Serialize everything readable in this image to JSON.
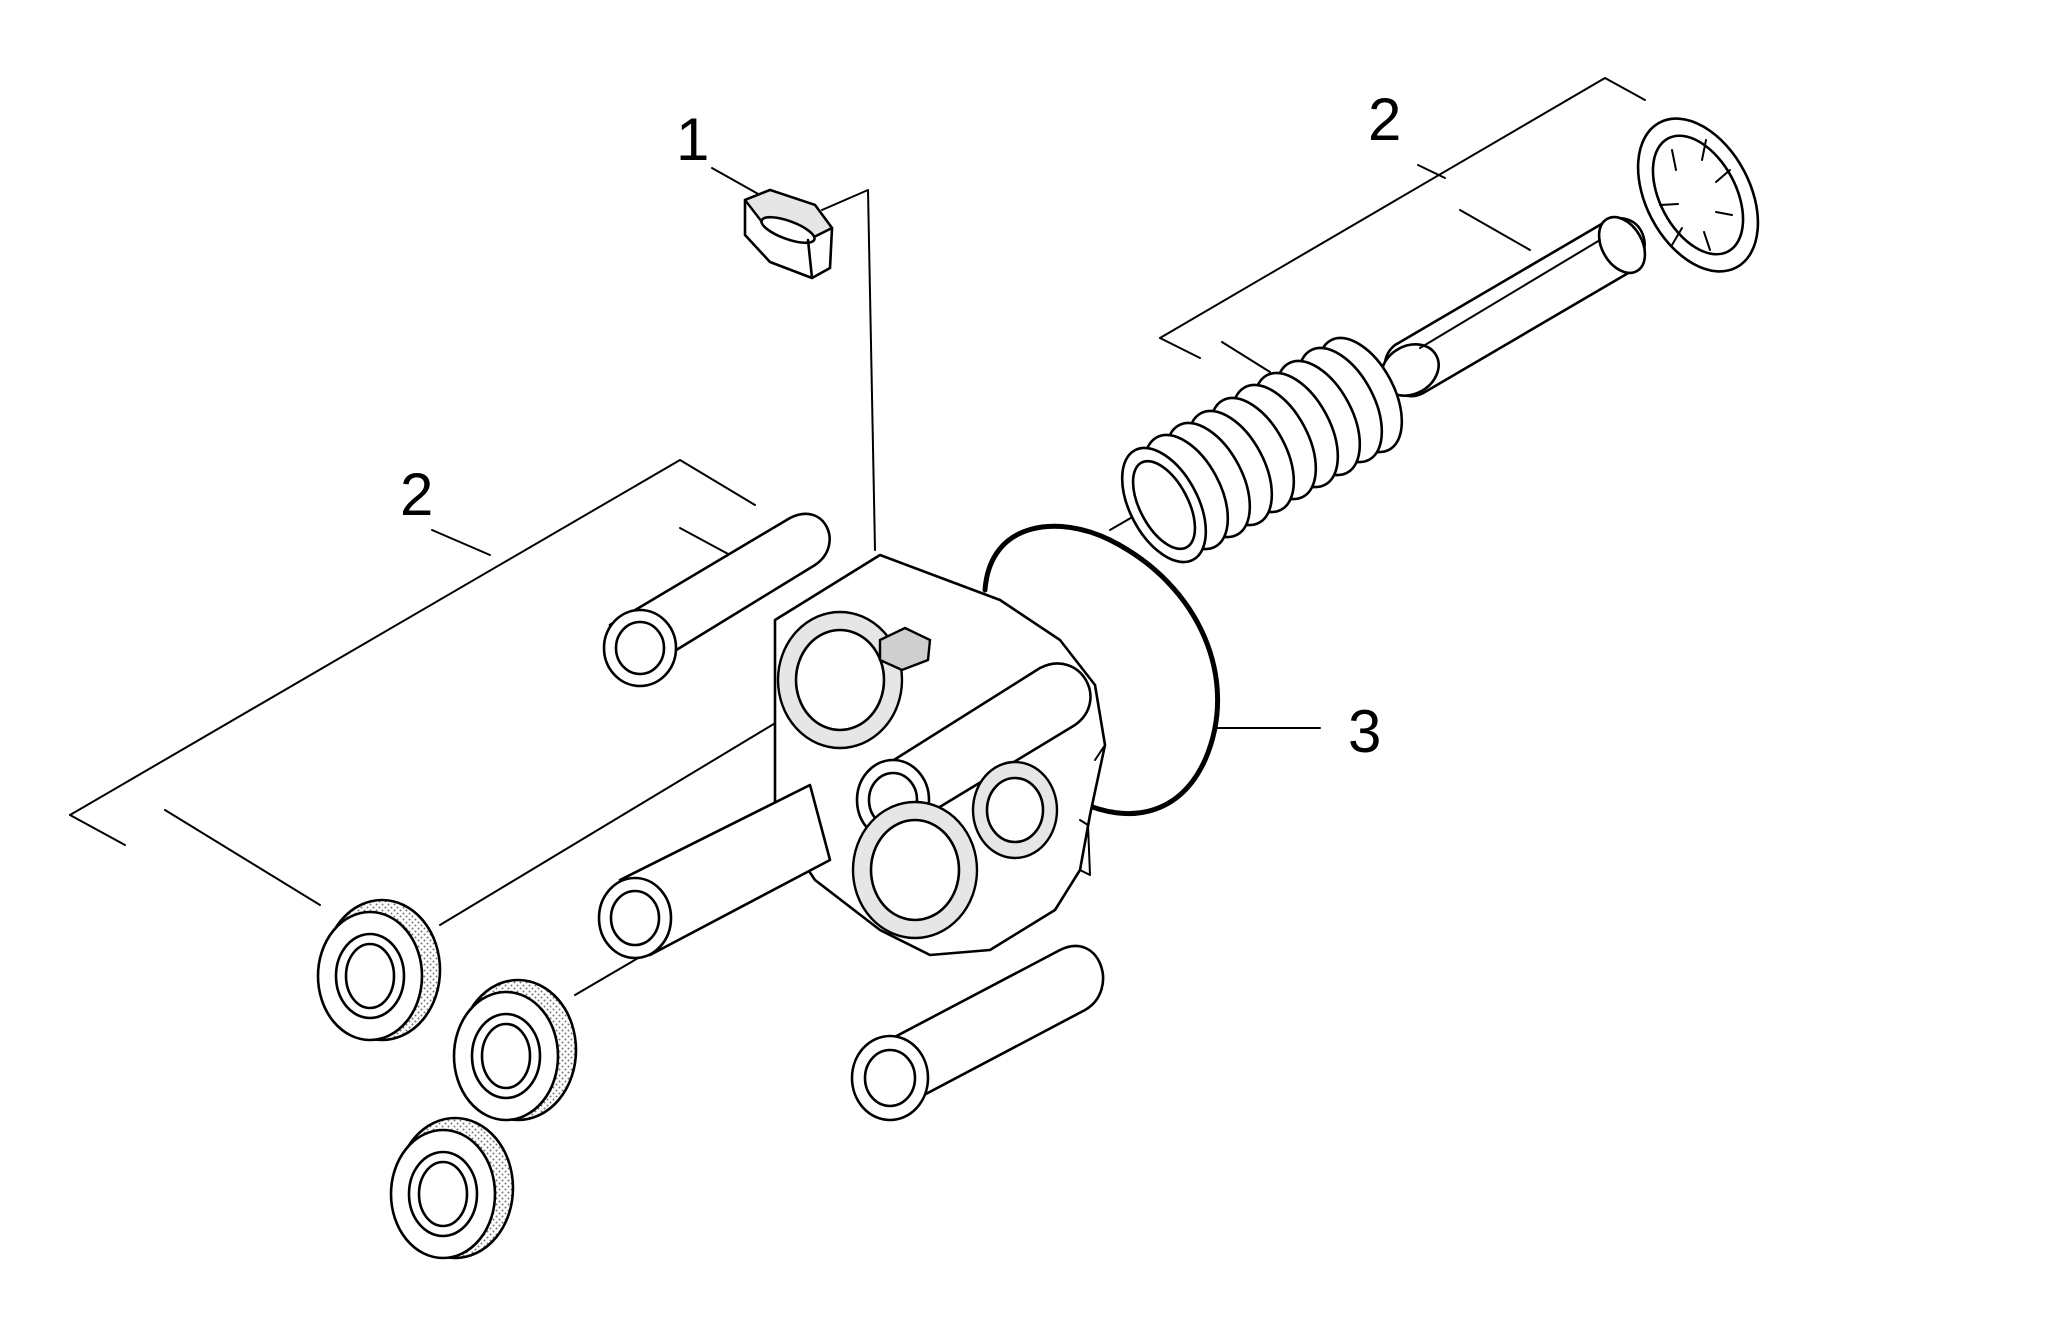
{
  "callouts": {
    "item1": "1",
    "item2_top": "2",
    "item2_left": "2",
    "item3": "3"
  },
  "colors": {
    "line": "#000000",
    "background": "#ffffff",
    "seal_texture": "#999999"
  }
}
